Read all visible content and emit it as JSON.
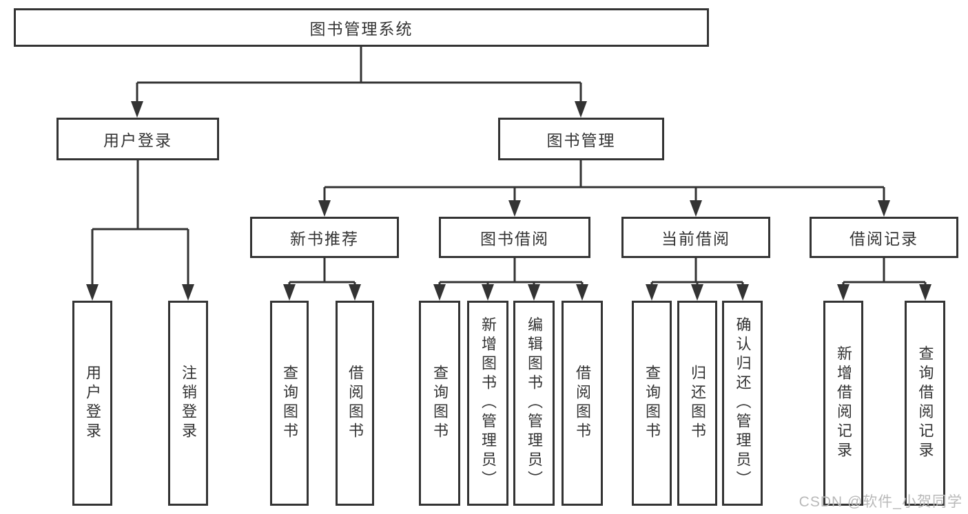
{
  "diagram": {
    "root": {
      "label": "图书管理系统"
    },
    "level2": [
      {
        "label": "用户登录"
      },
      {
        "label": "图书管理"
      }
    ],
    "level3": [
      {
        "label": "新书推荐"
      },
      {
        "label": "图书借阅"
      },
      {
        "label": "当前借阅"
      },
      {
        "label": "借阅记录"
      }
    ],
    "leaves": {
      "user_login": [
        "用户登录",
        "注销登录"
      ],
      "new_books": [
        "查询图书",
        "借阅图书"
      ],
      "book_borrow": [
        "查询图书",
        "新增图书（管理员）",
        "编辑图书（管理员）",
        "借阅图书"
      ],
      "current_borrow": [
        "查询图书",
        "归还图书",
        "确认归还（管理员）"
      ],
      "borrow_records": [
        "新增借阅记录",
        "查询借阅记录"
      ]
    }
  },
  "watermark": {
    "text": "CSDN @软件_小贺同学"
  },
  "colors": {
    "line": "#333333",
    "text": "#333333",
    "background": "#ffffff",
    "watermark": "#b9b9b9"
  }
}
